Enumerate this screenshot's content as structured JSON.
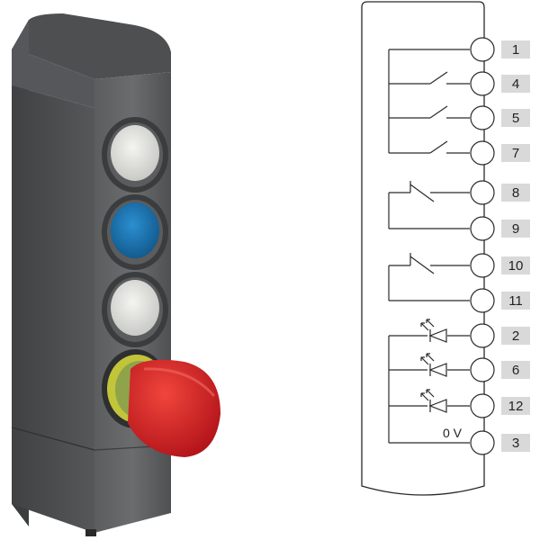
{
  "device": {
    "buttons": [
      {
        "color": "#e6e7e3"
      },
      {
        "color": "#1f7fbf"
      },
      {
        "color": "#e6e7e3"
      }
    ],
    "estop_color": "#d91f26",
    "collar_color": "#c2c43a"
  },
  "terminals": [
    "1",
    "4",
    "5",
    "7",
    "8",
    "9",
    "10",
    "11",
    "2",
    "6",
    "12",
    "3"
  ],
  "zero_volt_label": "0 V",
  "colors": {
    "housing": "#4a4c4e",
    "label_bg": "#d9d9d9",
    "line": "#2a2a2a"
  }
}
